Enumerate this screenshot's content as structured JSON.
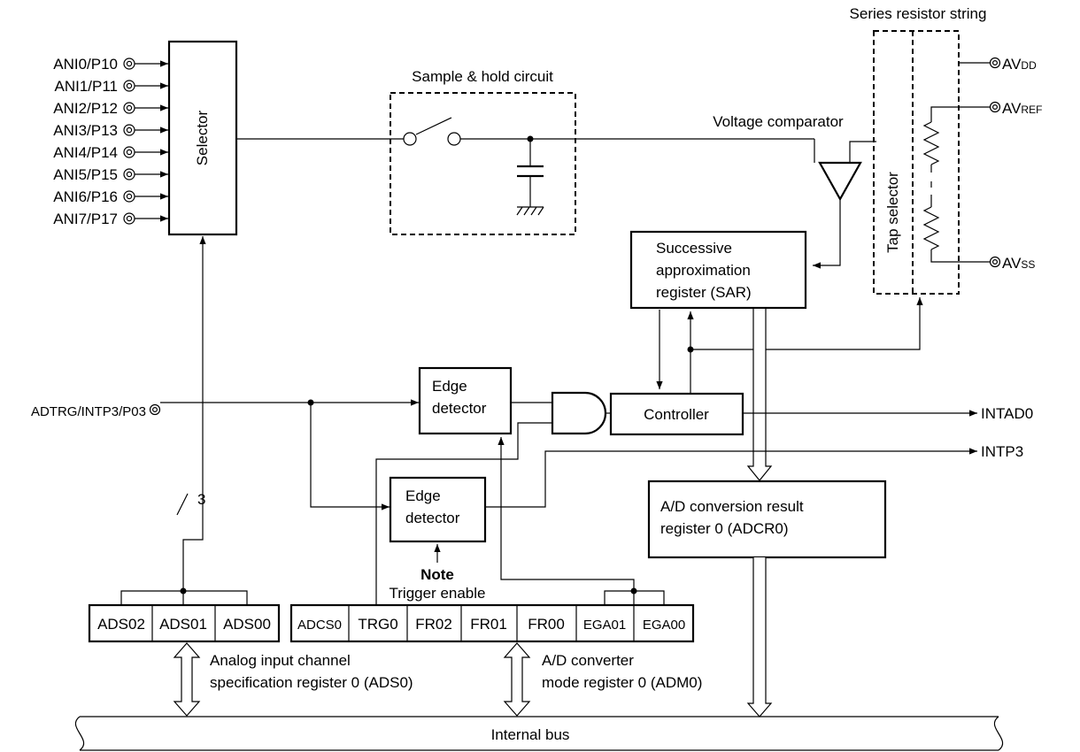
{
  "inputs": [
    "ANI0/P10",
    "ANI1/P11",
    "ANI2/P12",
    "ANI3/P13",
    "ANI4/P14",
    "ANI5/P15",
    "ANI6/P16",
    "ANI7/P17"
  ],
  "selector": "Selector",
  "sample_hold": "Sample & hold circuit",
  "series_resistor": "Series resistor string",
  "voltage_comparator": "Voltage comparator",
  "tap_selector": "Tap selector",
  "supply": {
    "avdd": "AV",
    "avdd_sub": "DD",
    "avref": "AV",
    "avref_sub": "REF",
    "avss": "AV",
    "avss_sub": "SS"
  },
  "sar": [
    "Successive",
    "approximation",
    "register (SAR)"
  ],
  "adtrg": "ADTRG/INTP3/P03",
  "edge1": [
    "Edge",
    "detector"
  ],
  "edge2": [
    "Edge",
    "detector"
  ],
  "controller": "Controller",
  "intad0": "INTAD0",
  "intp3": "INTP3",
  "bus_width": "3",
  "adcr": [
    "A/D conversion result",
    "register 0 (ADCR0)"
  ],
  "note": "Note",
  "trigger_enable": "Trigger enable",
  "ads_bits": [
    "ADS02",
    "ADS01",
    "ADS00"
  ],
  "adm_bits": [
    "ADCS0",
    "TRG0",
    "FR02",
    "FR01",
    "FR00",
    "EGA01",
    "EGA00"
  ],
  "ads_label": [
    "Analog input channel",
    "specification register 0 (ADS0)"
  ],
  "adm_label": [
    "A/D converter",
    "mode register 0 (ADM0)"
  ],
  "internal_bus": "Internal bus"
}
